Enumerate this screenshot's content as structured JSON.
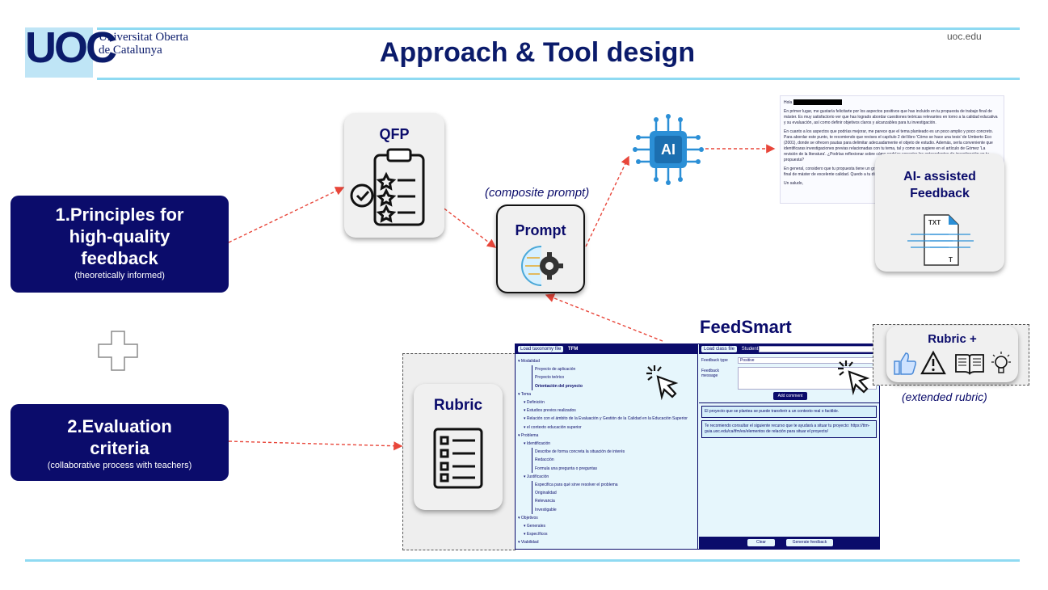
{
  "header": {
    "logo": "UOC",
    "university_line1": "Universitat Oberta",
    "university_line2": "de Catalunya",
    "title": "Approach & Tool design",
    "site": "uoc.edu"
  },
  "left_boxes": [
    {
      "title_line1": "1.Principles for",
      "title_line2": "high-quality",
      "title_line3": "feedback",
      "subtitle": "(theoretically informed)"
    },
    {
      "title_line1": "2.Evaluation",
      "title_line2": "criteria",
      "subtitle": "(collaborative process with teachers)"
    }
  ],
  "cards": {
    "qfp": "QFP",
    "prompt": "Prompt",
    "prompt_note": "(composite prompt)",
    "ai": "AI",
    "feedback_line1": "AI- assisted",
    "feedback_line2": "Feedback",
    "txt_label": "TXT",
    "t_label": "T",
    "rubric": "Rubric",
    "rubric_plus": "Rubric +",
    "rubric_plus_note": "(extended rubric)"
  },
  "feedsmart": {
    "title": "FeedSmart",
    "load_taxonomy": "Load taxonomy file",
    "tfm": "TFM",
    "load_class": "Load class file",
    "student": "Student",
    "feedback_type_label": "Feedback type",
    "feedback_type_value": "Positive",
    "feedback_message_label": "Feedback message",
    "add_comment": "Add comment",
    "clear": "Clear",
    "generate": "Generate feedback",
    "tree": [
      {
        "text": "Modalidad",
        "level": 1
      },
      {
        "text": "Proyecto de aplicación",
        "level": 4
      },
      {
        "text": "Proyecto teórico",
        "level": 4
      },
      {
        "text": "Orientación del proyecto",
        "level": 4,
        "bold": true
      },
      {
        "text": "Tema",
        "level": 1
      },
      {
        "text": "Definición",
        "level": 2
      },
      {
        "text": "Estudios previos realizados",
        "level": 2
      },
      {
        "text": "Relación con el ámbito de la Evaluación y Gestión de la Calidad en la Educación Superior",
        "level": 2
      },
      {
        "text": "el contexto educación superior",
        "level": 2
      },
      {
        "text": "Problema",
        "level": 1
      },
      {
        "text": "Identificación",
        "level": 2
      },
      {
        "text": "Describe de forma concreta la situación de interés",
        "level": 4
      },
      {
        "text": "Redacción",
        "level": 4
      },
      {
        "text": "Formula una pregunta o preguntas",
        "level": 4
      },
      {
        "text": "Justificación",
        "level": 2
      },
      {
        "text": "Especifica para qué sirve resolver el problema",
        "level": 4
      },
      {
        "text": "Originalidad",
        "level": 4
      },
      {
        "text": "Relevancia",
        "level": 4
      },
      {
        "text": "Investigable",
        "level": 4
      },
      {
        "text": "Objetivos",
        "level": 1
      },
      {
        "text": "Generales",
        "level": 2
      },
      {
        "text": "Específicos",
        "level": 2
      },
      {
        "text": "Viabilidad",
        "level": 1
      }
    ],
    "messages": [
      "El proyecto que se plantea se puede transferir a un contexto real o factible.",
      "Te recomiendo consultar el siguiente recurso que te ayudará a situar tu proyecto: https://ttm-guia.uoc.edu/ca/tfm/es/elementos de relación para situar el proyecto/"
    ]
  },
  "doc": {
    "greeting": "Hola",
    "p1": "En primer lugar, me gustaría felicitarte por los aspectos positivos que has incluido en tu propuesta de trabajo final de máster. Es muy satisfactorio ver que has logrado abordar cuestiones teóricas relevantes en torno a la calidad educativa y su evaluación, así como definir objetivos claros y alcanzables para tu investigación.",
    "p2": "En cuanto a los aspectos que podrías mejorar, me parece que el tema planteado es un poco amplio y poco concreto. Para abordar este punto, te recomiendo que revises el capítulo 2 del libro 'Cómo se hace una tesis' de Umberto Eco (2001), donde se ofrecen pautas para delimitar adecuadamente el objeto de estudio. Además, sería conveniente que identificaras investigaciones previas relacionadas con tu tema, tal y como se sugiere en el artículo de Gómez 'La revisión de la literatura'. ¿Podrías reflexionar sobre cómo podrías conectar los antecedentes de investigación en tu propuesta?",
    "p3": "En general, considero que tu propuesta tiene un gran potencial y que con estos ajustes podrás desarrollar un trabajo final de máster de excelente calidad. Quedo a tu disposición si necesitas cualquier aclaración.",
    "sign": "Un saludo,"
  }
}
